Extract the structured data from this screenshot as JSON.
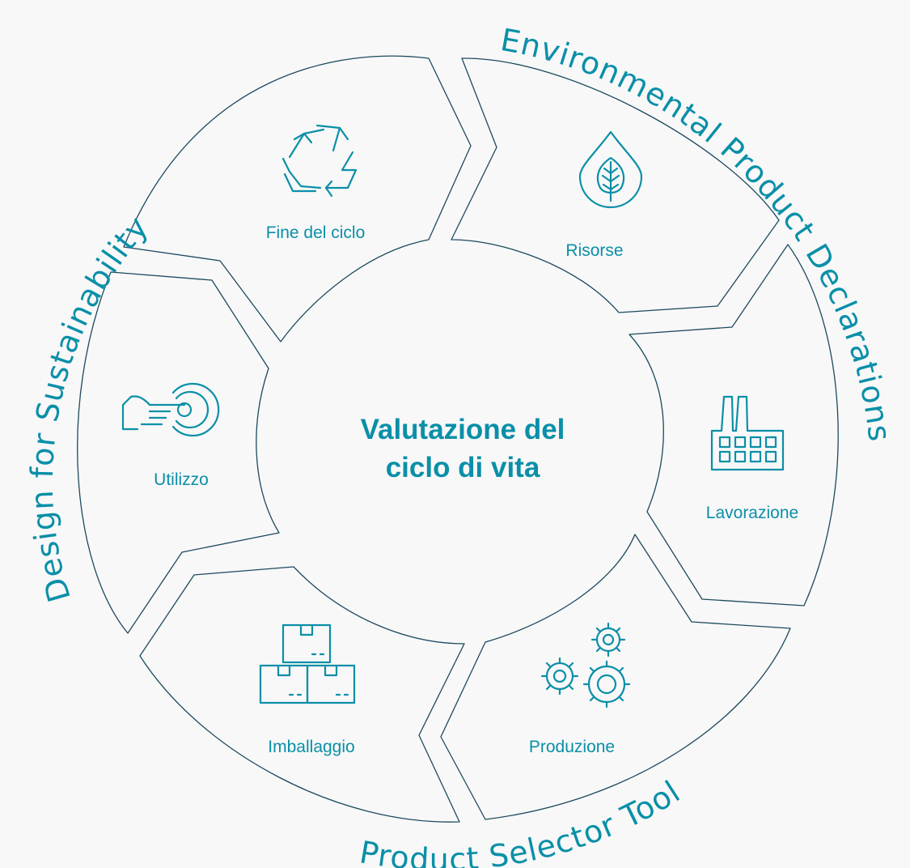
{
  "center": {
    "line1": "Valutazione del",
    "line2": "ciclo di vita"
  },
  "stages": [
    {
      "label": "Fine del ciclo",
      "icon": "recycle-icon"
    },
    {
      "label": "Risorse",
      "icon": "leaf-drop-icon"
    },
    {
      "label": "Lavorazione",
      "icon": "factory-icon"
    },
    {
      "label": "Produzione",
      "icon": "gears-icon"
    },
    {
      "label": "Imballaggio",
      "icon": "boxes-icon"
    },
    {
      "label": "Utilizzo",
      "icon": "touch-hand-icon"
    }
  ],
  "outer_labels": {
    "epd": "Environmental Product Declarations",
    "pst": "Product Selector Tool",
    "dfs": "Design for Sustainability"
  },
  "colors": {
    "accent": "#0a8fa8",
    "outline": "#1c4a5f",
    "background": "#f8f8f8"
  }
}
